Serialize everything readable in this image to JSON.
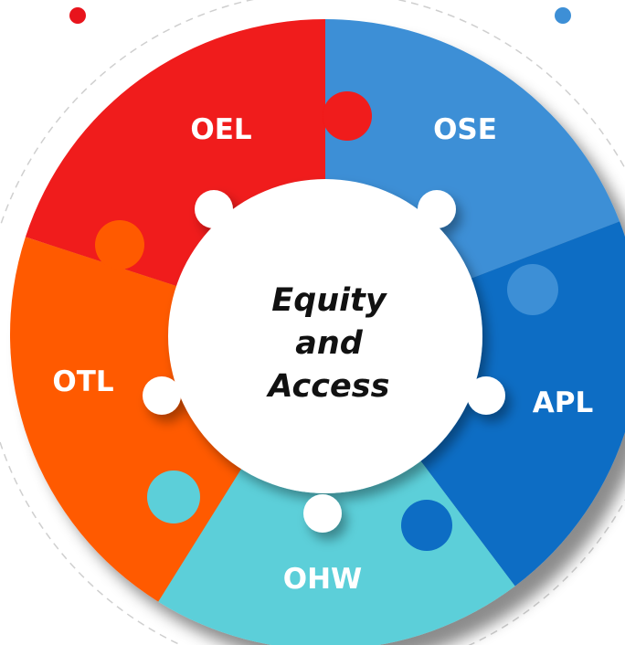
{
  "center": {
    "line1": "Equity",
    "line2": "and",
    "line3": "Access"
  },
  "segments": [
    {
      "label": "OEL",
      "color": "#f01a1a"
    },
    {
      "label": "OSE",
      "color": "#3d8fd6"
    },
    {
      "label": "APL",
      "color": "#0a6dc4"
    },
    {
      "label": "OHW",
      "color": "#5ccfd9"
    },
    {
      "label": "OTL",
      "color": "#ff5a00"
    }
  ],
  "decor": {
    "left_dot_color": "#e8141c",
    "right_dot_color": "#3d8fd6",
    "dash_color": "#cfcfcf"
  }
}
